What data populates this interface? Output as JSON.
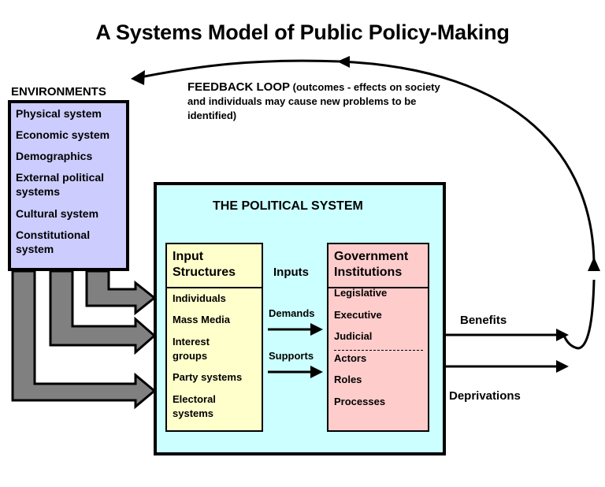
{
  "title": "A Systems Model of Public Policy-Making",
  "environments": {
    "heading": "ENVIRONMENTS",
    "items": [
      "Physical system",
      "Economic system",
      "Demographics",
      "External political systems",
      "Cultural system",
      "Constitutional system"
    ]
  },
  "feedback": {
    "label": "FEEDBACK LOOP",
    "description": "(outcomes - effects on society and individuals may cause new problems to be identified)"
  },
  "political_system": {
    "title": "THE POLITICAL SYSTEM",
    "input_structures": {
      "heading": "Input Structures",
      "items": [
        "Individuals",
        "Mass Media",
        "Interest groups",
        "Party systems",
        "Electoral systems"
      ]
    },
    "inputs_label": "Inputs",
    "demands_label": "Demands",
    "supports_label": "Supports",
    "government_institutions": {
      "heading": "Government Institutions",
      "items": [
        "Legislative",
        "Executive",
        "Judicial",
        "Actors",
        "Roles",
        "Processes"
      ]
    }
  },
  "outputs": {
    "benefits": "Benefits",
    "deprivations": "Deprivations"
  },
  "colors": {
    "environments_fill": "#ccccff",
    "political_system_fill": "#ccffff",
    "input_structures_fill": "#ffffcc",
    "government_fill": "#ffcccc",
    "pipe_fill": "#808080"
  }
}
